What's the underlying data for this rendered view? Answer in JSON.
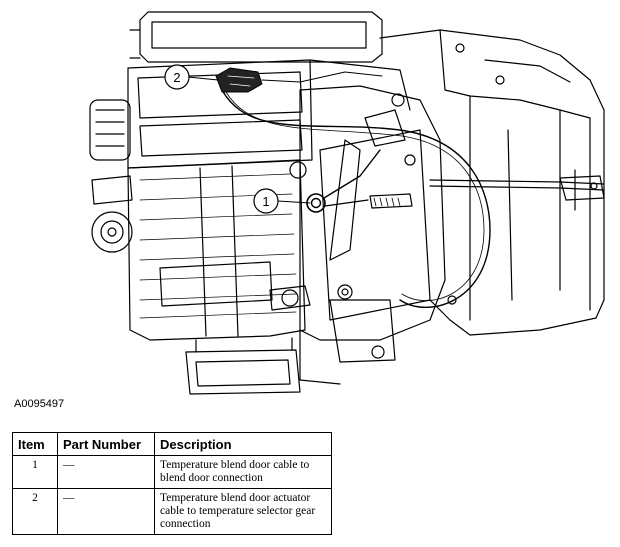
{
  "figure_id": "A0095497",
  "callouts": [
    "1",
    "2"
  ],
  "table": {
    "headers": [
      "Item",
      "Part Number",
      "Description"
    ],
    "rows": [
      {
        "item": "1",
        "part_number": "—",
        "description": "Temperature blend door cable to blend door connection"
      },
      {
        "item": "2",
        "part_number": "—",
        "description": "Temperature blend door actuator cable to temperature selector gear connection"
      }
    ]
  }
}
